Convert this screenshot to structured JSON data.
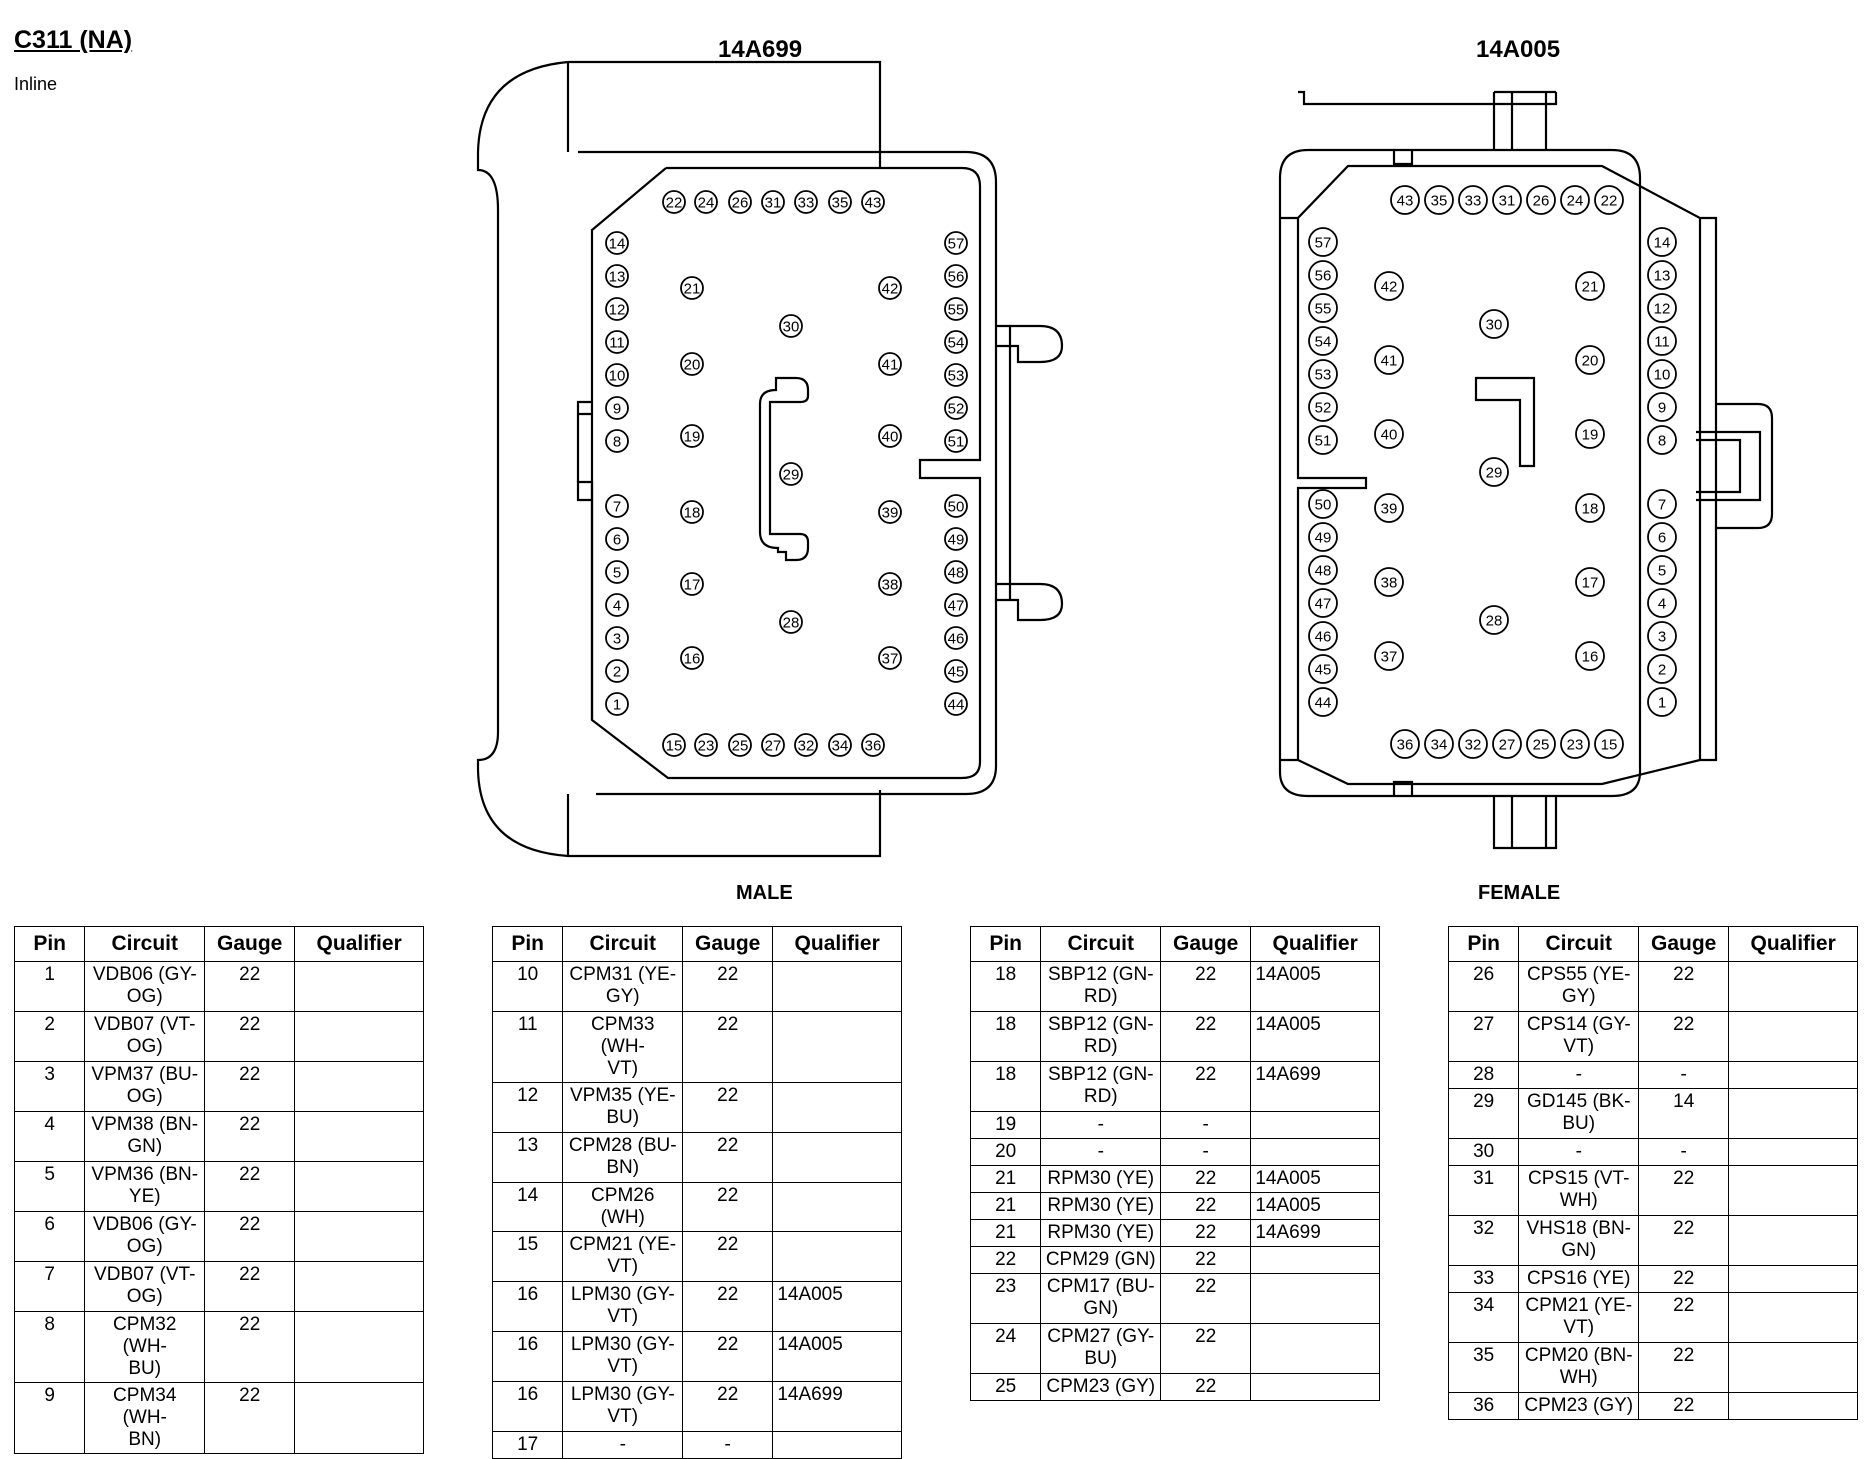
{
  "header": {
    "title": "C311 (NA)",
    "subtitle": "Inline"
  },
  "connectors": {
    "male": {
      "part": "14A699",
      "gender": "MALE"
    },
    "female": {
      "part": "14A005",
      "gender": "FEMALE"
    }
  },
  "table_headers": [
    "Pin",
    "Circuit",
    "Gauge",
    "Qualifier"
  ],
  "tables": [
    [
      {
        "pin": "1",
        "circuit": "VDB06 (GY-\nOG)",
        "gauge": "22",
        "qualifier": ""
      },
      {
        "pin": "2",
        "circuit": "VDB07 (VT-\nOG)",
        "gauge": "22",
        "qualifier": ""
      },
      {
        "pin": "3",
        "circuit": "VPM37 (BU-\nOG)",
        "gauge": "22",
        "qualifier": ""
      },
      {
        "pin": "4",
        "circuit": "VPM38 (BN-\nGN)",
        "gauge": "22",
        "qualifier": ""
      },
      {
        "pin": "5",
        "circuit": "VPM36 (BN-\nYE)",
        "gauge": "22",
        "qualifier": ""
      },
      {
        "pin": "6",
        "circuit": "VDB06 (GY-\nOG)",
        "gauge": "22",
        "qualifier": ""
      },
      {
        "pin": "7",
        "circuit": "VDB07 (VT-\nOG)",
        "gauge": "22",
        "qualifier": ""
      },
      {
        "pin": "8",
        "circuit": "CPM32 (WH-\nBU)",
        "gauge": "22",
        "qualifier": ""
      },
      {
        "pin": "9",
        "circuit": "CPM34 (WH-\nBN)",
        "gauge": "22",
        "qualifier": ""
      }
    ],
    [
      {
        "pin": "10",
        "circuit": "CPM31 (YE-\nGY)",
        "gauge": "22",
        "qualifier": ""
      },
      {
        "pin": "11",
        "circuit": "CPM33 (WH-\nVT)",
        "gauge": "22",
        "qualifier": ""
      },
      {
        "pin": "12",
        "circuit": "VPM35 (YE-\nBU)",
        "gauge": "22",
        "qualifier": ""
      },
      {
        "pin": "13",
        "circuit": "CPM28 (BU-\nBN)",
        "gauge": "22",
        "qualifier": ""
      },
      {
        "pin": "14",
        "circuit": "CPM26 (WH)",
        "gauge": "22",
        "qualifier": ""
      },
      {
        "pin": "15",
        "circuit": "CPM21 (YE-\nVT)",
        "gauge": "22",
        "qualifier": ""
      },
      {
        "pin": "16",
        "circuit": "LPM30 (GY-\nVT)",
        "gauge": "22",
        "qualifier": "14A005"
      },
      {
        "pin": "16",
        "circuit": "LPM30 (GY-\nVT)",
        "gauge": "22",
        "qualifier": "14A005"
      },
      {
        "pin": "16",
        "circuit": "LPM30 (GY-\nVT)",
        "gauge": "22",
        "qualifier": "14A699"
      },
      {
        "pin": "17",
        "circuit": "-",
        "gauge": "-",
        "qualifier": ""
      }
    ],
    [
      {
        "pin": "18",
        "circuit": "SBP12 (GN-\nRD)",
        "gauge": "22",
        "qualifier": "14A005"
      },
      {
        "pin": "18",
        "circuit": "SBP12 (GN-\nRD)",
        "gauge": "22",
        "qualifier": "14A005"
      },
      {
        "pin": "18",
        "circuit": "SBP12 (GN-\nRD)",
        "gauge": "22",
        "qualifier": "14A699"
      },
      {
        "pin": "19",
        "circuit": "-",
        "gauge": "-",
        "qualifier": ""
      },
      {
        "pin": "20",
        "circuit": "-",
        "gauge": "-",
        "qualifier": ""
      },
      {
        "pin": "21",
        "circuit": "RPM30 (YE)",
        "gauge": "22",
        "qualifier": "14A005"
      },
      {
        "pin": "21",
        "circuit": "RPM30 (YE)",
        "gauge": "22",
        "qualifier": "14A005"
      },
      {
        "pin": "21",
        "circuit": "RPM30 (YE)",
        "gauge": "22",
        "qualifier": "14A699"
      },
      {
        "pin": "22",
        "circuit": "CPM29 (GN)",
        "gauge": "22",
        "qualifier": ""
      },
      {
        "pin": "23",
        "circuit": "CPM17 (BU-\nGN)",
        "gauge": "22",
        "qualifier": ""
      },
      {
        "pin": "24",
        "circuit": "CPM27 (GY-\nBU)",
        "gauge": "22",
        "qualifier": ""
      },
      {
        "pin": "25",
        "circuit": "CPM23 (GY)",
        "gauge": "22",
        "qualifier": ""
      }
    ],
    [
      {
        "pin": "26",
        "circuit": "CPS55 (YE-\nGY)",
        "gauge": "22",
        "qualifier": ""
      },
      {
        "pin": "27",
        "circuit": "CPS14 (GY-\nVT)",
        "gauge": "22",
        "qualifier": ""
      },
      {
        "pin": "28",
        "circuit": "-",
        "gauge": "-",
        "qualifier": ""
      },
      {
        "pin": "29",
        "circuit": "GD145 (BK-\nBU)",
        "gauge": "14",
        "qualifier": ""
      },
      {
        "pin": "30",
        "circuit": "-",
        "gauge": "-",
        "qualifier": ""
      },
      {
        "pin": "31",
        "circuit": "CPS15 (VT-\nWH)",
        "gauge": "22",
        "qualifier": ""
      },
      {
        "pin": "32",
        "circuit": "VHS18 (BN-\nGN)",
        "gauge": "22",
        "qualifier": ""
      },
      {
        "pin": "33",
        "circuit": "CPS16 (YE)",
        "gauge": "22",
        "qualifier": ""
      },
      {
        "pin": "34",
        "circuit": "CPM21 (YE-\nVT)",
        "gauge": "22",
        "qualifier": ""
      },
      {
        "pin": "35",
        "circuit": "CPM20 (BN-\nWH)",
        "gauge": "22",
        "qualifier": ""
      },
      {
        "pin": "36",
        "circuit": "CPM23 (GY)",
        "gauge": "22",
        "qualifier": ""
      }
    ]
  ]
}
